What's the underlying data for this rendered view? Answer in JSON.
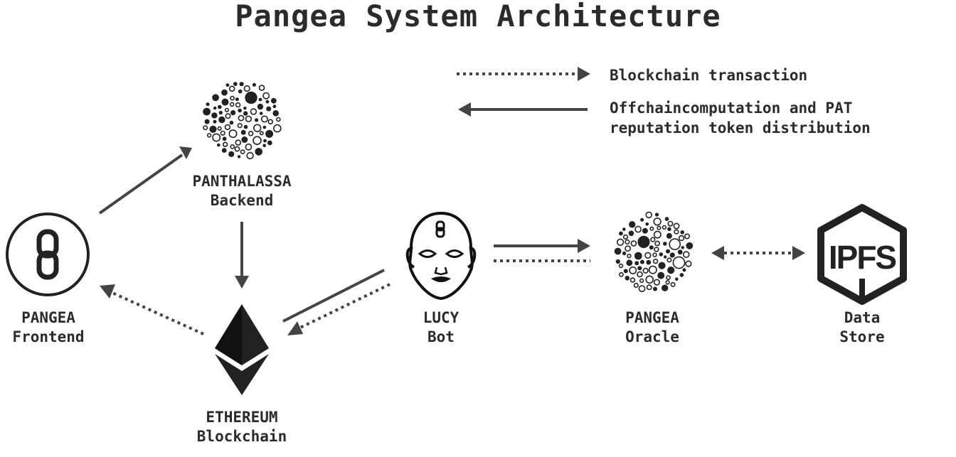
{
  "title": "Pangea System Architecture",
  "legend": {
    "dotted_label": "Blockchain transaction",
    "solid_label_line1": "Offchaincomputation and PAT",
    "solid_label_line2": "reputation token distribution"
  },
  "nodes": {
    "frontend": {
      "line1": "PANGEA",
      "line2": "Frontend",
      "icon": "chain-link-icon"
    },
    "backend": {
      "line1": "PANTHALASSA",
      "line2": "Backend",
      "icon": "bubble-cluster-icon"
    },
    "ethereum": {
      "line1": "ETHEREUM",
      "line2": "Blockchain",
      "icon": "ethereum-icon"
    },
    "lucy": {
      "line1": "LUCY",
      "line2": "Bot",
      "icon": "face-icon"
    },
    "oracle": {
      "line1": "PANGEA",
      "line2": "Oracle",
      "icon": "bubble-cluster-icon"
    },
    "ipfs": {
      "line1": "Data",
      "line2": "Store",
      "icon": "ipfs-cube-icon",
      "logo_text": "IPFS"
    }
  },
  "colors": {
    "ink": "#2b2b2b",
    "arrow": "#444444",
    "background": "#ffffff"
  }
}
